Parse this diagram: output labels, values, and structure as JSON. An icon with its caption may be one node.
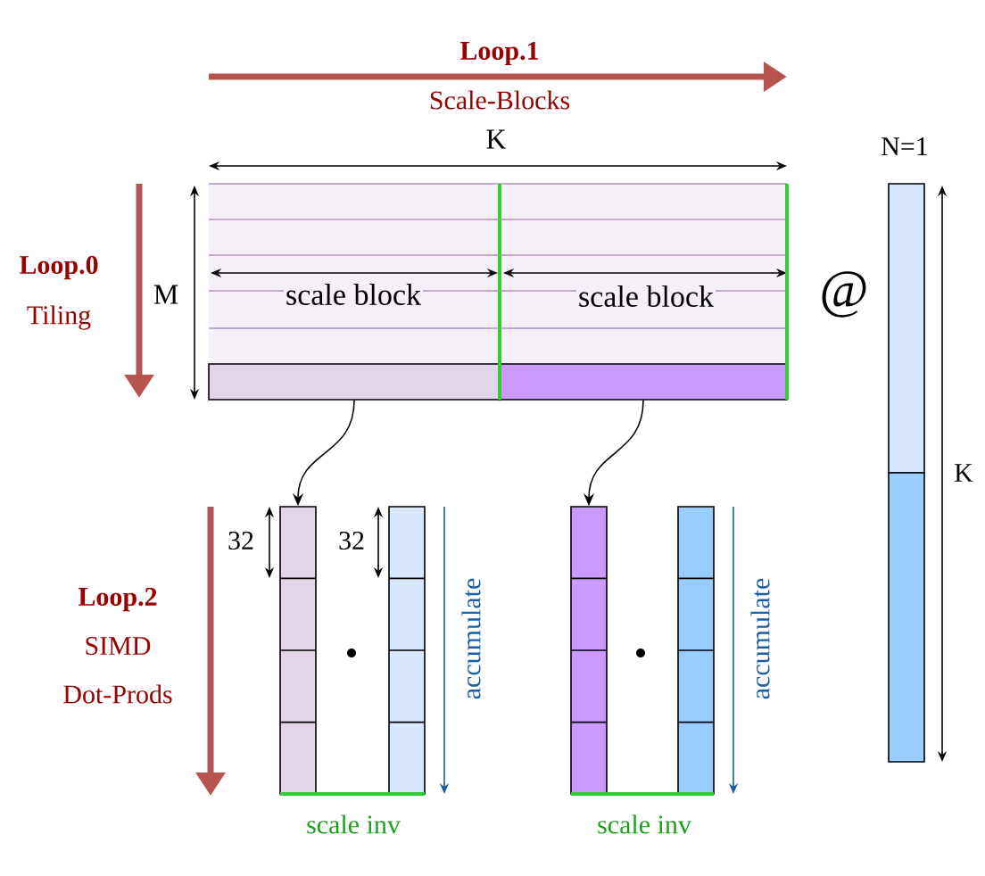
{
  "diagram": {
    "nodes": [
      {
        "text": [],
        "shape": "bar"
      },
      {
        "text": [],
        "shape": "bar"
      },
      {
        "text": [],
        "shape": "bar"
      },
      {
        "text": [],
        "shape": "bar"
      },
      {
        "text": [],
        "shape": "bar"
      },
      {
        "text": [],
        "shape": "bar"
      }
    ],
    "edges": [
      {
        "from": 0,
        "to": 2,
        "arrow": "to"
      },
      {
        "from": 1,
        "to": 4,
        "arrow": "to"
      }
    ],
    "labels": [
      "Loop.1",
      "Scale-Blocks",
      "K",
      "N=1",
      "Loop.0",
      "Tiling",
      "M",
      "scale block",
      "scale block",
      "@",
      "32",
      "32",
      "Loop.2",
      "SIMD",
      "Dot-Prods",
      "accumulate",
      "accumulate",
      "K",
      "scale inv",
      "scale inv"
    ]
  }
}
